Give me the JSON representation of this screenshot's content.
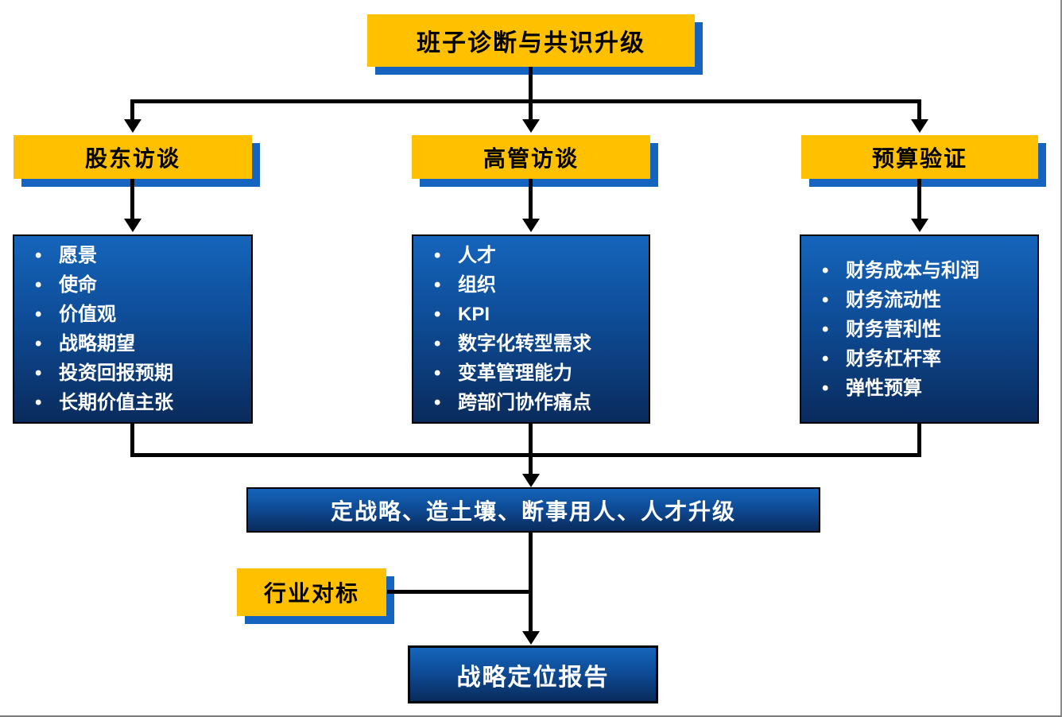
{
  "diagram": {
    "title_box": {
      "label": "班子诊断与共识升级"
    },
    "branches": [
      {
        "title": "股东访谈",
        "items": [
          "愿景",
          "使命",
          "价值观",
          "战略期望",
          "投资回报预期",
          "长期价值主张"
        ]
      },
      {
        "title": "高管访谈",
        "items": [
          "人才",
          "组织",
          "KPI",
          "数字化转型需求",
          "变革管理能力",
          "跨部门协作痛点"
        ]
      },
      {
        "title": "预算验证",
        "items": [
          "财务成本与利润",
          "财务流动性",
          "财务营利性",
          "财务杠杆率",
          "弹性预算"
        ]
      }
    ],
    "synthesis_box": {
      "label": "定战略、造土壤、断事用人、人才升级"
    },
    "benchmark_box": {
      "label": "行业对标"
    },
    "output_box": {
      "label": "战略定位报告"
    },
    "colors": {
      "yellow": "#FFC000",
      "shadow_blue": "#1565C0",
      "panel_blue_top": "#1565BB",
      "panel_blue_bottom": "#092B5C",
      "connector": "#000000",
      "text_on_blue": "#FFFFFF",
      "text_on_yellow": "#000000"
    }
  }
}
